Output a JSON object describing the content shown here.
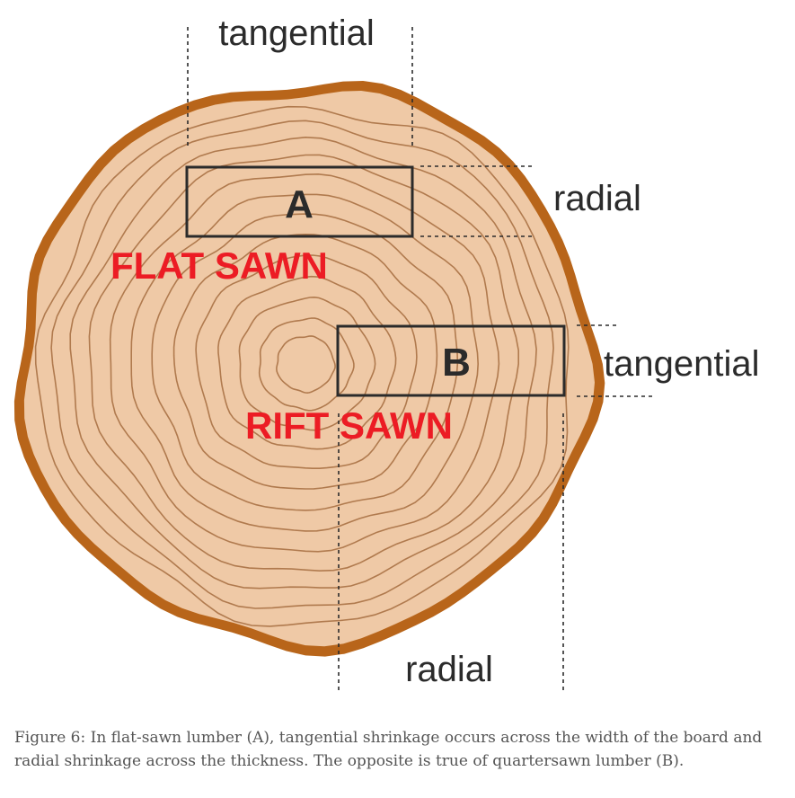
{
  "diagram": {
    "labels": {
      "top_tangential": "tangential",
      "right_radial": "radial",
      "right_tangential": "tangential",
      "bottom_radial": "radial"
    },
    "boards": {
      "a_letter": "A",
      "b_letter": "B",
      "a_cut": "FLAT SAWN",
      "b_cut": "RIFT SAWN"
    },
    "colors": {
      "bark": "#b8651a",
      "wood": "#efc9a6",
      "rings": "#b07a4e",
      "outline": "#2b2b2b",
      "cut_label": "#ec1c24"
    }
  },
  "caption": "Figure 6: In flat-sawn lumber (A), tangential shrinkage occurs across the width of the board and radial shrinkage across the thickness. The opposite is true of quartersawn lumber (B)."
}
